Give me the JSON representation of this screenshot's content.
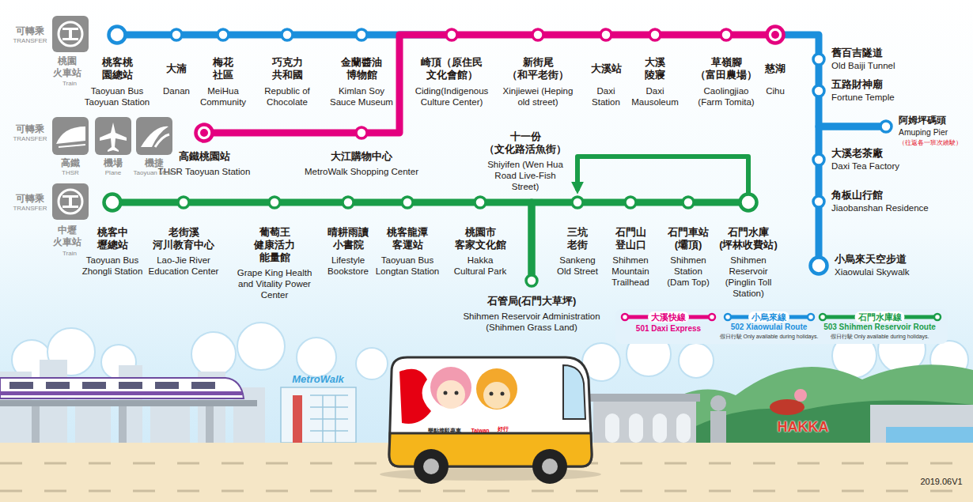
{
  "diagram": {
    "nodes": [
      {
        "text": [
          "桃客桃 園總站",
          "Taoyuan Bus Taoyuan Station"
        ]
      },
      {
        "text": [
          "大湳",
          "Danan"
        ]
      },
      {
        "text": [
          "梅花 社區",
          "MeiHua Community"
        ]
      },
      {
        "text": [
          "巧克力 共和國",
          "Republic of Chocolate"
        ]
      },
      {
        "text": [
          "金蘭醬油 博物館",
          "Kimlan Soy Sauce Museum"
        ]
      },
      {
        "text": [
          "崎頂（原住民 文化會館）",
          "Ciding(Indigenous Culture Center)"
        ]
      },
      {
        "text": [
          "新街尾 （和平老街）",
          "Xinjiewei (Heping old street)"
        ]
      },
      {
        "text": [
          "大溪站",
          "Daxi Station"
        ]
      },
      {
        "text": [
          "大溪 陵寢",
          "Daxi Mausoleum"
        ]
      },
      {
        "text": [
          "草嶺腳 （富田農場）",
          "Caolingjiao (Farm Tomita)"
        ]
      },
      {
        "text": [
          "慈湖",
          "Cihu"
        ]
      },
      {
        "text": [
          "舊百吉隧道",
          "Old Baiji Tunnel"
        ]
      },
      {
        "text": [
          "五路財神廟",
          "Fortune Temple"
        ]
      },
      {
        "text": [
          "阿姆坪碼頭",
          "Amuping Pier",
          "（往返各一班次繞駛）"
        ]
      },
      {
        "text": [
          "大溪老茶廠",
          "Daxi Tea Factory"
        ]
      },
      {
        "text": [
          "角板山行館",
          "Jiaobanshan Residence"
        ]
      },
      {
        "text": [
          "小烏來天空步道",
          "Xiaowulai Skywalk"
        ]
      },
      {
        "text": [
          "高鐵桃園站",
          "THSR Taoyuan Station"
        ]
      },
      {
        "text": [
          "大江購物中心",
          "MetroWalk Shopping Center"
        ]
      },
      {
        "text": [
          "桃客中 壢總站",
          "Taoyuan Bus Zhongli Station"
        ]
      },
      {
        "text": [
          "老街溪 河川教育中心",
          "Lao-Jie River Education Center"
        ]
      },
      {
        "text": [
          "葡萄王 健康活力 能量館",
          "Grape King Health and Vitality Power Center"
        ]
      },
      {
        "text": [
          "晴耕雨讀 小書院",
          "Lifestyle Bookstore"
        ]
      },
      {
        "text": [
          "桃客龍潭 客運站",
          "Taoyuan Bus Longtan Station"
        ]
      },
      {
        "text": [
          "桃園市 客家文化館",
          "Hakka Cultural Park"
        ]
      },
      {
        "text": [
          "石管局(石門大草坪)",
          "Shihmen Reservoir Administration (Shihmen Grass Land)"
        ]
      },
      {
        "text": [
          "三坑 老街",
          "Sankeng Old Street"
        ]
      },
      {
        "text": [
          "石門山 登山口",
          "Shihmen Mountain Trailhead"
        ]
      },
      {
        "text": [
          "石門車站 (壩頂)",
          "Shihmen Station (Dam Top)"
        ]
      },
      {
        "text": [
          "石門水庫 (坪林收費站)",
          "Shihmen Reservoir (Pinglin Toll Station)"
        ]
      }
    ],
    "edges": [
      {
        "from": 0,
        "to": 1,
        "arrow": "none"
      },
      {
        "from": 1,
        "to": 2,
        "arrow": "none"
      },
      {
        "from": 2,
        "to": 3,
        "arrow": "none"
      },
      {
        "from": 3,
        "to": 4,
        "arrow": "none"
      },
      {
        "from": 4,
        "to": 5,
        "arrow": "none"
      },
      {
        "from": 17,
        "to": 18,
        "arrow": "none"
      },
      {
        "from": 18,
        "to": 5,
        "arrow": "none"
      },
      {
        "from": 5,
        "to": 6,
        "arrow": "none"
      },
      {
        "from": 6,
        "to": 7,
        "arrow": "none"
      },
      {
        "from": 7,
        "to": 8,
        "arrow": "none"
      },
      {
        "from": 8,
        "to": 9,
        "arrow": "none"
      },
      {
        "from": 9,
        "to": 10,
        "arrow": "none"
      },
      {
        "from": 10,
        "to": 11,
        "arrow": "none"
      },
      {
        "from": 11,
        "to": 12,
        "arrow": "none"
      },
      {
        "from": 12,
        "to": 13,
        "arrow": "none"
      },
      {
        "from": 13,
        "to": 14,
        "arrow": "none"
      },
      {
        "from": 14,
        "to": 15,
        "arrow": "none"
      },
      {
        "from": 15,
        "to": 16,
        "arrow": "none"
      },
      {
        "from": 19,
        "to": 20,
        "arrow": "none"
      },
      {
        "from": 20,
        "to": 21,
        "arrow": "none"
      },
      {
        "from": 21,
        "to": 22,
        "arrow": "none"
      },
      {
        "from": 22,
        "to": 23,
        "arrow": "none"
      },
      {
        "from": 23,
        "to": 24,
        "arrow": "none"
      },
      {
        "from": 24,
        "to": 25,
        "arrow": "none"
      },
      {
        "from": 25,
        "to": 26,
        "arrow": "none"
      },
      {
        "from": 26,
        "to": 27,
        "arrow": "none"
      },
      {
        "from": 27,
        "to": 28,
        "arrow": "none"
      },
      {
        "from": 28,
        "to": 29,
        "arrow": "none"
      },
      {
        "from": 29,
        "to": 26,
        "arrow": "to"
      }
    ],
    "labels": [
      "可轉乘",
      "TRANSFER",
      "桃園 火車站",
      "Train",
      "可轉乘",
      "TRANSFER",
      "高鐵",
      "THSR",
      "機場",
      "Plane",
      "機捷",
      "Taoyuan Metro",
      "可轉乘",
      "TRANSFER",
      "中壢 火車站",
      "Train",
      "十一份 （文化路活魚街）",
      "Shiyifen (Wen Hua Road Live-Fish Street)",
      "501 Daxi Express",
      "502 Xiaowulai Route",
      "假日行駛 Only available during holidays.",
      "503 Shihmen Reservoir Route",
      "假日行駛 Only available during holidays.",
      "MetroWalk",
      "樂點接駁專車",
      "Taiwan",
      "好行",
      "HAKKA",
      "2019.06V1"
    ],
    "legend": [
      {
        "text": "大溪快線"
      },
      {
        "text": "小烏來線"
      },
      {
        "text": "石門水庫線"
      }
    ]
  }
}
